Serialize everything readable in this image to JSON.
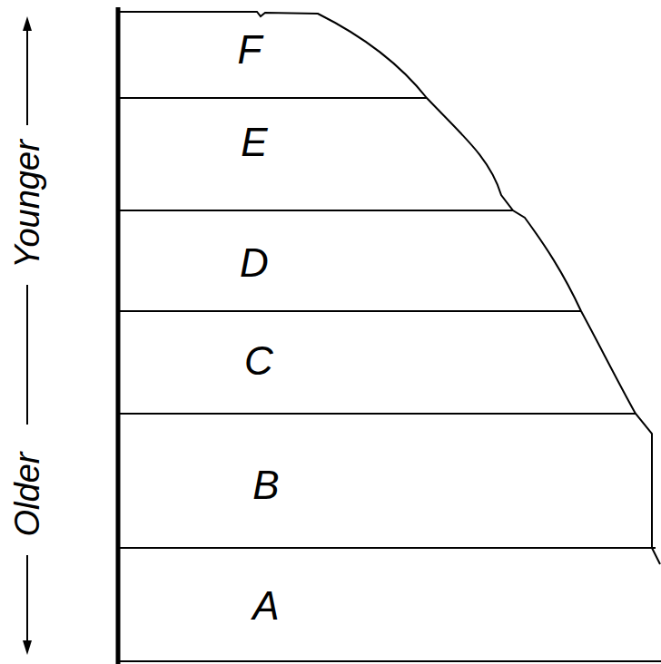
{
  "diagram": {
    "nodes": [
      {
        "text": [
          "F"
        ]
      },
      {
        "text": [
          "E"
        ]
      },
      {
        "text": [
          "D"
        ]
      },
      {
        "text": [
          "C"
        ]
      },
      {
        "text": [
          "B"
        ]
      },
      {
        "text": [
          "A"
        ]
      }
    ],
    "labels": [
      "Younger",
      "Older"
    ]
  }
}
